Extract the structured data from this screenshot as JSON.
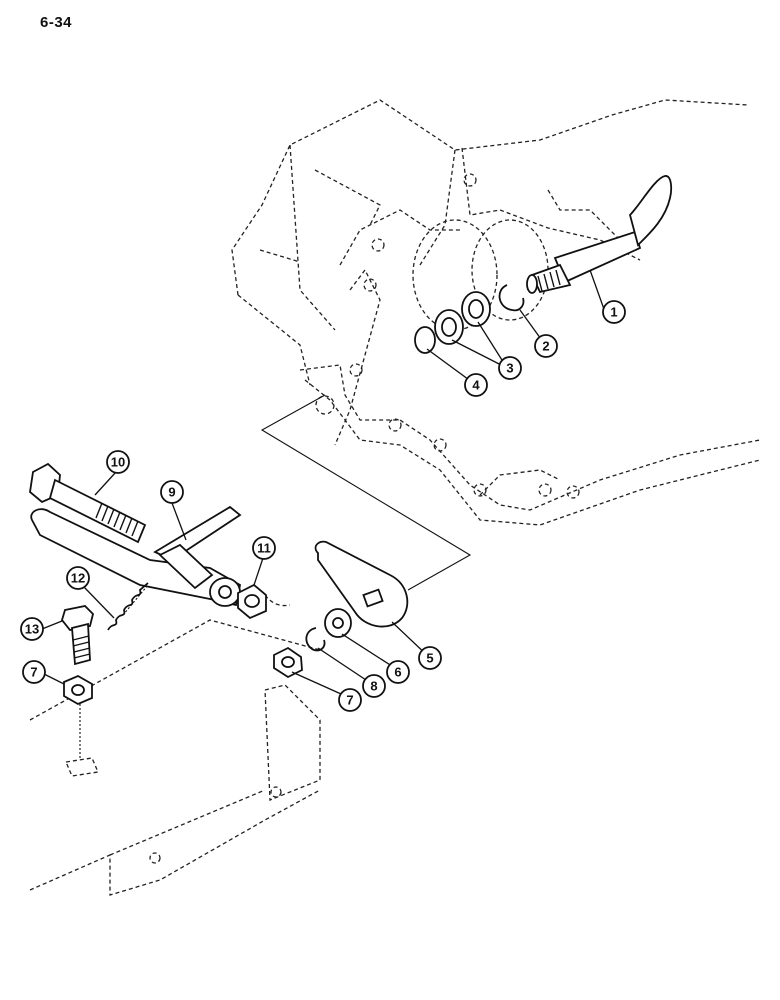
{
  "page": {
    "number": "6-34"
  },
  "callouts": [
    "1",
    "2",
    "3",
    "4",
    "5",
    "6",
    "7",
    "8",
    "9",
    "10",
    "11",
    "12",
    "13",
    "7"
  ]
}
